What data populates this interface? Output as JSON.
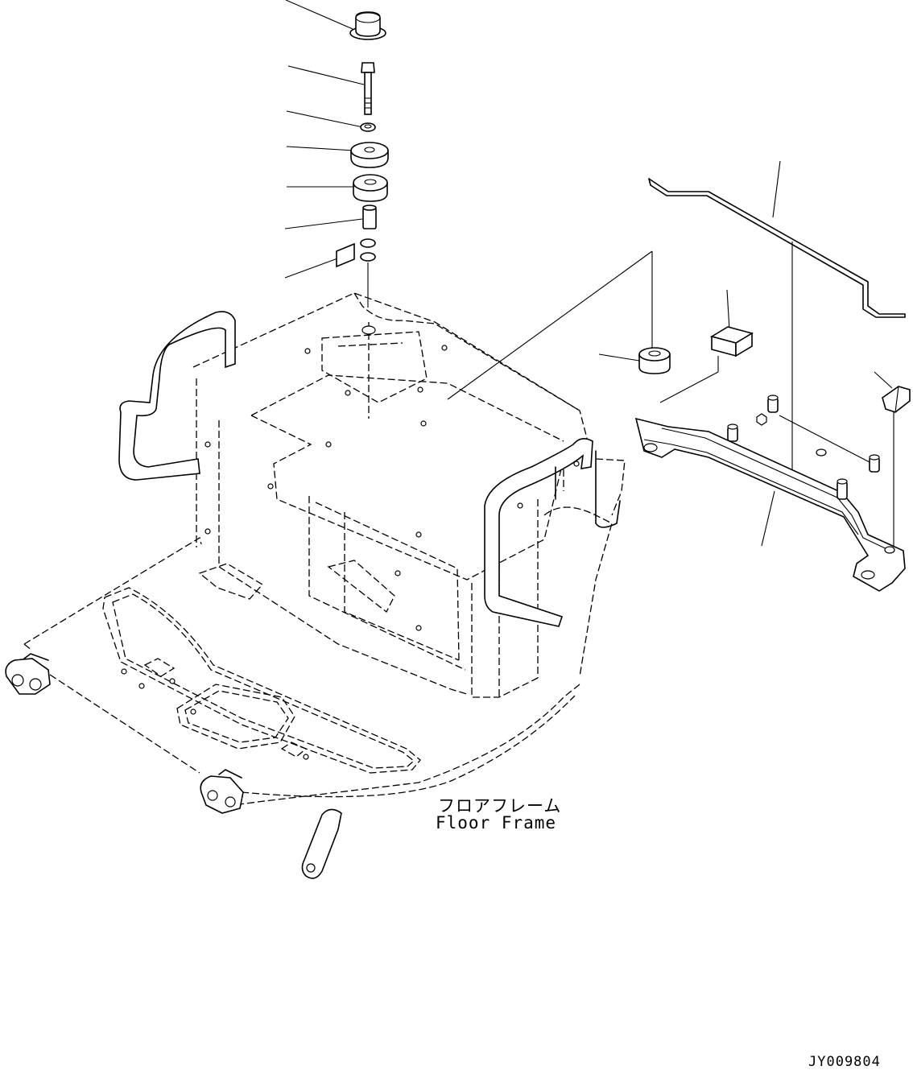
{
  "drawing": {
    "label_jp": "フロアフレーム",
    "label_en": "Floor Frame",
    "drawing_number": "JY009804"
  }
}
